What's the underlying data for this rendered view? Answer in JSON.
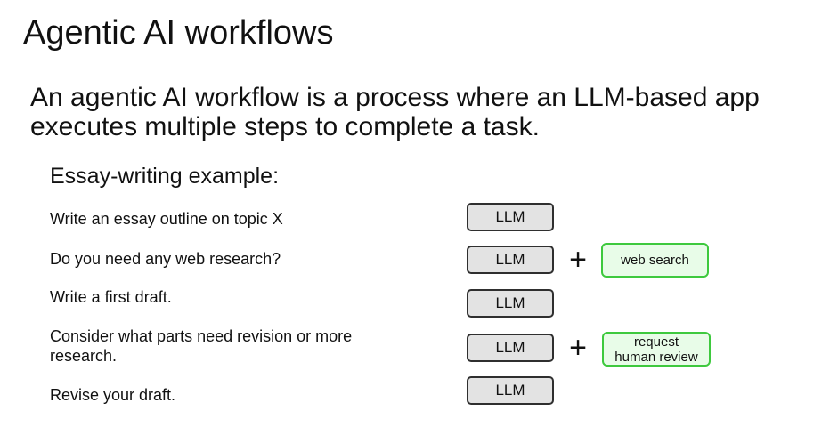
{
  "title": "Agentic AI workflows",
  "intro": {
    "line1": "An agentic AI workflow is a process where an LLM-based app",
    "line2": "executes multiple steps to complete a task."
  },
  "example_heading": "Essay-writing example:",
  "steps": [
    {
      "text": "Write an essay outline on topic X",
      "llm": "LLM"
    },
    {
      "text": "Do you need any web research?",
      "llm": "LLM",
      "plus": "+",
      "tool": "web search"
    },
    {
      "text": "Write a first draft.",
      "llm": "LLM"
    },
    {
      "text_line1": "Consider what parts need revision or more",
      "text_line2": "research.",
      "llm": "LLM",
      "plus": "+",
      "tool_line1": "request",
      "tool_line2": "human review"
    },
    {
      "text": "Revise your draft.",
      "llm": "LLM"
    }
  ],
  "colors": {
    "llm_fill": "#e3e3e3",
    "llm_border": "#2f2f2f",
    "tool_fill": "#e8fce8",
    "tool_border": "#3ec93e"
  }
}
